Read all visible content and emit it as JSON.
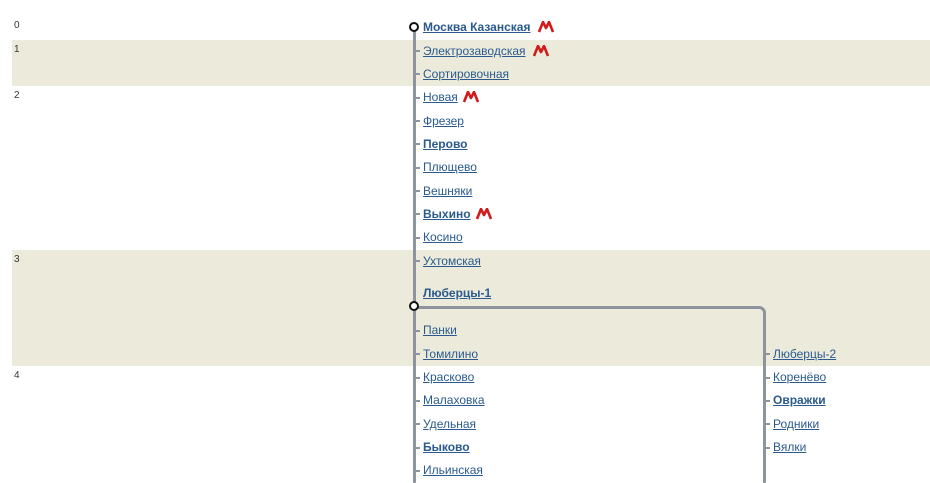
{
  "zones": [
    "0",
    "1",
    "2",
    "3",
    "4"
  ],
  "stations": {
    "moskva_kazanskaya": "Москва Казанская",
    "elektrozavodskaya": "Электрозаводская",
    "sortirovochnaya": "Сортировочная",
    "novaya": "Новая",
    "frezer": "Фрезер",
    "perovo": "Перово",
    "plyushchevo": "Плющево",
    "veshnyaki": "Вешняки",
    "vykhino": "Выхино",
    "kosino": "Косино",
    "ukhtomskaya": "Ухтомская",
    "lyubertsy1": "Люберцы-1",
    "panki": "Панки",
    "tomilino": "Томилино",
    "kraskovo": "Красково",
    "malakhovka": "Малаховка",
    "udelnaya": "Удельная",
    "bykovo": "Быково",
    "ilinskaya": "Ильинская",
    "lyubertsy2": "Люберцы-2",
    "korenyovo": "Коренёво",
    "ovrazhki": "Овражки",
    "rodniki": "Родники",
    "vyalki": "Вялки"
  },
  "icons": {
    "metro": "metro-logo-icon"
  },
  "colors": {
    "link": "#2a5a8e",
    "band": "#ecebdb",
    "line": "#8e949d",
    "metro": "#d11a1a"
  }
}
